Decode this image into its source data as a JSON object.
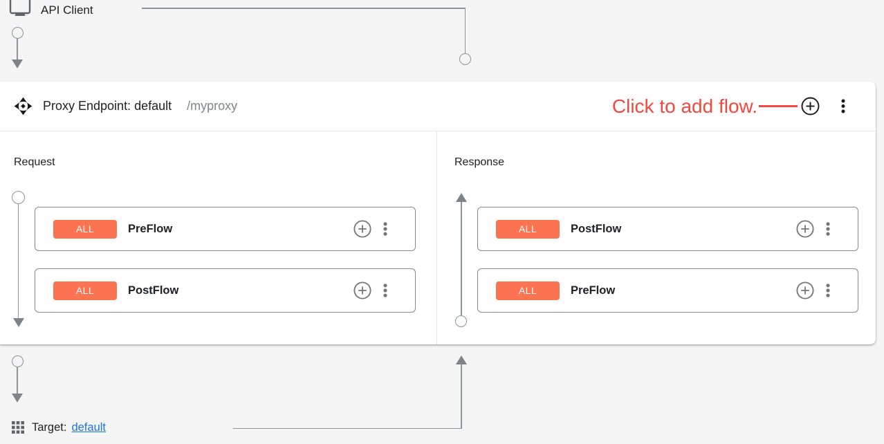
{
  "api_client": {
    "label": "API Client"
  },
  "endpoint": {
    "title": "Proxy Endpoint: default",
    "base_path": "/myproxy",
    "annotation_text": "Click to add flow.",
    "request_label": "Request",
    "response_label": "Response",
    "request_flows": [
      {
        "badge": "ALL",
        "name": "PreFlow"
      },
      {
        "badge": "ALL",
        "name": "PostFlow"
      }
    ],
    "response_flows": [
      {
        "badge": "ALL",
        "name": "PostFlow"
      },
      {
        "badge": "ALL",
        "name": "PreFlow"
      }
    ]
  },
  "target": {
    "label": "Target:",
    "name": "default"
  },
  "colors": {
    "badge_orange": "#fb7350",
    "annotation_red": "#f4473d",
    "link_blue": "#1a73e8",
    "flow_line_gray": "#8d9398"
  }
}
